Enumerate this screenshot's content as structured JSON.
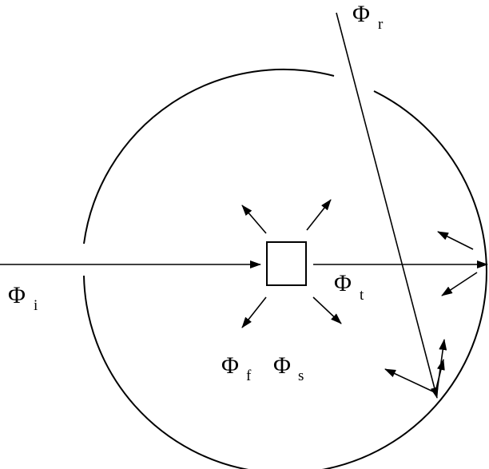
{
  "labels": {
    "incident": {
      "symbol": "Φ",
      "subscript": "i"
    },
    "transmitted": {
      "symbol": "Φ",
      "subscript": "t"
    },
    "reflected": {
      "symbol": "Φ",
      "subscript": "r"
    },
    "fluorescence": {
      "symbol": "Φ",
      "subscript": "f"
    },
    "scattered": {
      "symbol": "Φ",
      "subscript": "s"
    }
  },
  "colors": {
    "ink": "#000000",
    "background": "#ffffff"
  }
}
